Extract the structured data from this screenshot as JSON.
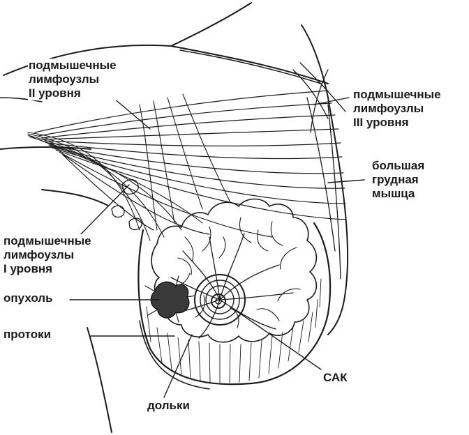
{
  "labels": {
    "axillary_level2": [
      "подмышечные",
      "лимфоузлы",
      "II уровня"
    ],
    "axillary_level3": [
      "подмышечные",
      "лимфоузлы",
      "III уровня"
    ],
    "pectoralis_major": [
      "большая",
      "грудная",
      "мышца"
    ],
    "axillary_level1": [
      "подмышечные",
      "лимфоузлы",
      "I уровня"
    ],
    "tumor": "опухоль",
    "ducts": "протоки",
    "nac": "САК",
    "lobules": "дольки"
  },
  "colors": {
    "ink": "#1a1a1a",
    "tumor_fill": "#3a3a3a",
    "background": "#ffffff"
  }
}
